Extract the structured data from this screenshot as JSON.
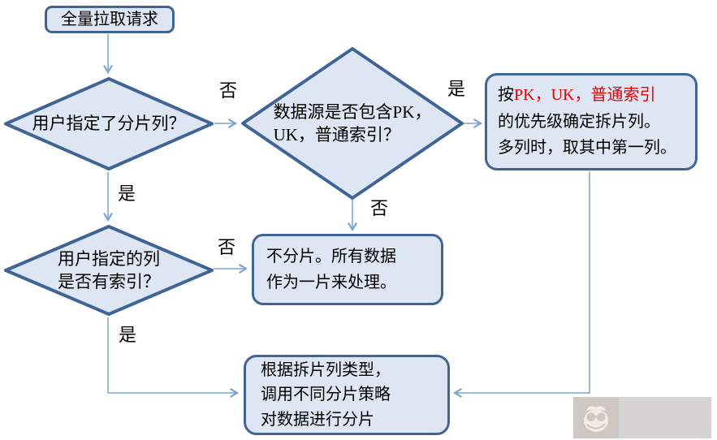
{
  "flowchart": {
    "nodes": {
      "start": {
        "label": "全量拉取请求"
      },
      "decision_user_specified": {
        "label": "用户指定了分片列？"
      },
      "decision_datasource_index": {
        "line1": "数据源是否包含PK，",
        "line2": "UK，普通索引？"
      },
      "priority": {
        "line1_prefix": "按",
        "line1_highlight": "PK，UK，普通索引",
        "line2": "的优先级确定拆片列。",
        "line3": "多列时，取其中第一列。"
      },
      "decision_column_indexed": {
        "line1": "用户指定的列",
        "line2": "是否有索引？"
      },
      "no_split": {
        "line1": "不分片。所有数据",
        "line2": "作为一片来处理。"
      },
      "split": {
        "line1": "根据拆片列类型，",
        "line2": "调用不同分片策略",
        "line3": "对数据进行分片"
      }
    },
    "edge_labels": {
      "user_specified_no": "否",
      "user_specified_yes": "是",
      "datasource_yes": "是",
      "datasource_no": "否",
      "column_indexed_no": "否",
      "column_indexed_yes": "是"
    },
    "colors": {
      "shape_fill": "#dde6f2",
      "shape_border": "#3f6496",
      "connector": "#7ca3d1",
      "highlight_text": "#e60000",
      "text": "#000000"
    }
  }
}
